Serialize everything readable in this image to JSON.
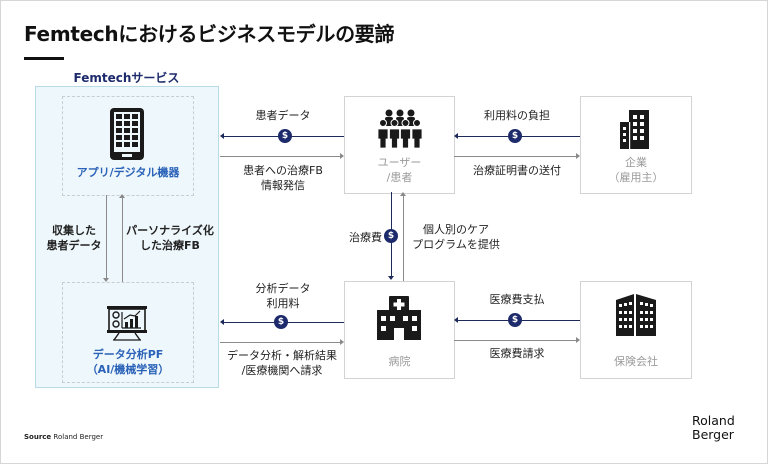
{
  "title": "Femtechにおけるビジネスモデルの要諦",
  "service_group": {
    "label": "Femtechサービス",
    "app_node": {
      "label": "アプリ/デジタル機器",
      "icon": "tablet-icon"
    },
    "platform_node": {
      "label_line1": "データ分析PF",
      "label_line2": "（AI/機械学習）",
      "icon": "presentation-chart-icon"
    },
    "flow_down_label": [
      "収集した",
      "患者データ"
    ],
    "flow_up_label": [
      "パーソナライズ化",
      "した治療FB"
    ]
  },
  "nodes": {
    "user": {
      "label_line1": "ユーザー",
      "label_line2": "/患者",
      "icon": "people-group-icon"
    },
    "company": {
      "label_line1": "企業",
      "label_line2": "（雇用主）",
      "icon": "office-building-icon"
    },
    "hospital": {
      "label": "病院",
      "icon": "hospital-icon"
    },
    "insurer": {
      "label": "保険会社",
      "icon": "corporate-building-icon"
    }
  },
  "flows": {
    "user_to_app_top": "患者データ",
    "app_to_user_bottom": [
      "患者への治療FB",
      "情報発信"
    ],
    "company_to_user_top": "利用料の負担",
    "user_to_company_bottom": "治療証明書の送付",
    "user_to_hospital": "治療費",
    "hospital_to_user": [
      "個人別のケア",
      "プログラムを提供"
    ],
    "hospital_to_platform_top": [
      "分析データ",
      "利用料"
    ],
    "platform_to_hospital_bottom": [
      "データ分析・解析結果",
      "/医療機関へ請求"
    ],
    "insurer_to_hospital_top": "医療費支払",
    "hospital_to_insurer_bottom": "医療費請求"
  },
  "coin_symbol": "$",
  "footer": {
    "source_label": "Source",
    "source_value": "Roland Berger",
    "logo_line1": "Roland",
    "logo_line2": "Berger"
  },
  "colors": {
    "navy": "#1d2a6b",
    "accent_blue": "#2a62b8",
    "service_bg": "#eef7fb",
    "node_text": "#9a9a9a"
  }
}
